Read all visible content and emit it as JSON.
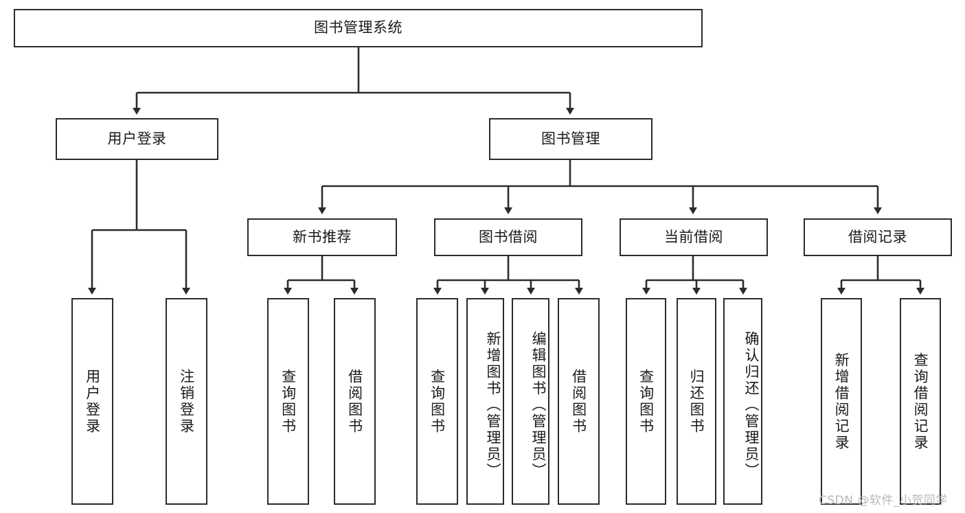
{
  "diagram": {
    "title": "图书管理系统",
    "root": {
      "label": "图书管理系统"
    },
    "level2": [
      {
        "label": "用户登录"
      },
      {
        "label": "图书管理"
      }
    ],
    "level3": [
      {
        "label": "新书推荐"
      },
      {
        "label": "图书借阅"
      },
      {
        "label": "当前借阅"
      },
      {
        "label": "借阅记录"
      }
    ],
    "leaves": [
      {
        "label": "用户登录",
        "parent": "用户登录"
      },
      {
        "label": "注销登录",
        "parent": "用户登录"
      },
      {
        "label": "查询图书",
        "parent": "新书推荐"
      },
      {
        "label": "借阅图书",
        "parent": "新书推荐"
      },
      {
        "label": "查询图书",
        "parent": "图书借阅"
      },
      {
        "label": "新增图书（管理员）",
        "parent": "图书借阅"
      },
      {
        "label": "编辑图书（管理员）",
        "parent": "图书借阅"
      },
      {
        "label": "借阅图书",
        "parent": "图书借阅"
      },
      {
        "label": "查询图书",
        "parent": "当前借阅"
      },
      {
        "label": "归还图书",
        "parent": "当前借阅"
      },
      {
        "label": "确认归还（管理员）",
        "parent": "当前借阅"
      },
      {
        "label": "新增借阅记录",
        "parent": "借阅记录"
      },
      {
        "label": "查询借阅记录",
        "parent": "借阅记录"
      }
    ]
  },
  "watermark": {
    "text": "CSDN @软件_小贺同学"
  },
  "colors": {
    "stroke": "#2b2b2b",
    "background": "#ffffff",
    "text": "#1a1a1a",
    "watermark": "#b8b8b8"
  }
}
